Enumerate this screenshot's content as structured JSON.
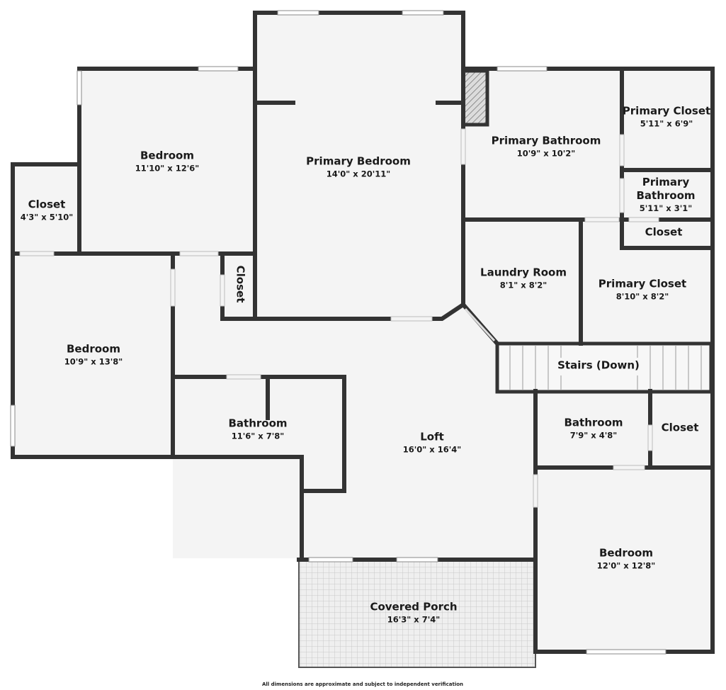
{
  "rooms": {
    "primary_bedroom": {
      "name": "Primary Bedroom",
      "dim": "14'0\" x 20'11\""
    },
    "bedroom_nw": {
      "name": "Bedroom",
      "dim": "11'10\" x 12'6\""
    },
    "closet_nw": {
      "name": "Closet",
      "dim": "4'3\" x 5'10\""
    },
    "bedroom_w": {
      "name": "Bedroom",
      "dim": "10'9\" x 13'8\""
    },
    "closet_small": {
      "name": "Closet"
    },
    "bathroom_w": {
      "name": "Bathroom",
      "dim": "11'6\" x 7'8\""
    },
    "loft": {
      "name": "Loft",
      "dim": "16'0\" x 16'4\""
    },
    "primary_bathroom": {
      "name": "Primary Bathroom",
      "dim": "10'9\" x 10'2\""
    },
    "primary_closet_top": {
      "name": "Primary Closet",
      "dim": "5'11\" x 6'9\""
    },
    "primary_bathroom_small": {
      "name_line1": "Primary",
      "name_line2": "Bathroom",
      "dim": "5'11\" x 3'1\""
    },
    "closet_ne": {
      "name": "Closet"
    },
    "laundry": {
      "name": "Laundry Room",
      "dim": "8'1\" x 8'2\""
    },
    "primary_closet_mid": {
      "name": "Primary Closet",
      "dim": "8'10\" x 8'2\""
    },
    "stairs": {
      "name": "Stairs (Down)"
    },
    "bathroom_e": {
      "name": "Bathroom",
      "dim": "7'9\" x 4'8\""
    },
    "closet_e": {
      "name": "Closet"
    },
    "bedroom_se": {
      "name": "Bedroom",
      "dim": "12'0\" x 12'8\""
    },
    "porch": {
      "name": "Covered Porch",
      "dim": "16'3\" x 7'4\""
    }
  },
  "footer": {
    "disclaimer": "All dimensions are approximate and subject to independent verification"
  },
  "colors": {
    "wall": "#333333",
    "floor": "#f4f4f4",
    "porch": "#eeeeee",
    "window": "#c8c8c8"
  }
}
